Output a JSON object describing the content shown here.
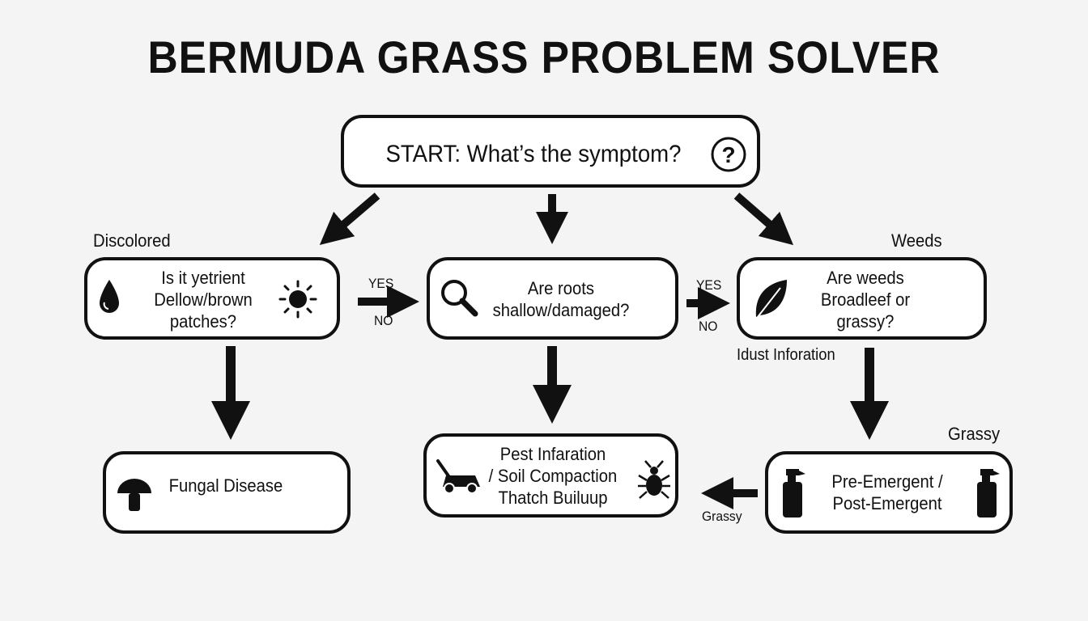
{
  "title": "BERMUDA GRASS PROBLEM SOLVER",
  "nodes": {
    "start": {
      "text": "START: What’s the symptom?",
      "icon": "question-circle-icon"
    },
    "discolored_question": {
      "lines": [
        "Is it yetrient",
        "Dellow/brown",
        "patches?"
      ],
      "icons": [
        "water-drop-icon",
        "sun-icon"
      ]
    },
    "roots_question": {
      "lines": [
        "Are roots",
        "shallow/damaged?"
      ],
      "icons": [
        "magnifier-icon"
      ]
    },
    "weeds_question": {
      "lines": [
        "Are weeds",
        "Broadleef or",
        "grassy?"
      ],
      "icons": [
        "leaf-icon"
      ]
    },
    "fungal": {
      "text": "Fungal Disease",
      "icons": [
        "mushroom-icon"
      ]
    },
    "pest": {
      "lines": [
        "Pest Infaration",
        "/ Soil Compaction",
        "Thatch Builuup"
      ],
      "icons": [
        "lawn-mower-icon",
        "insect-icon"
      ]
    },
    "herbicide": {
      "lines": [
        "Pre-Emergent /",
        "Post-Emergent"
      ],
      "icons": [
        "spray-bottle-icon",
        "spray-bottle-icon"
      ]
    }
  },
  "labels": {
    "discolored": "Discolored",
    "weeds": "Weeds",
    "yes1": "YES",
    "no1": "NO",
    "yes2": "YES",
    "no2": "NO",
    "idust": "Idust Inforation",
    "grassy_top": "Grassy",
    "grassy_bottom": "Grassy"
  }
}
